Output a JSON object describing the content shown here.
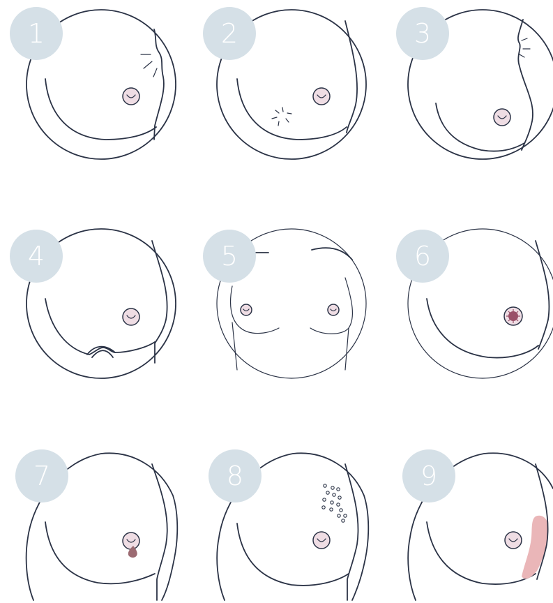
{
  "colors": {
    "badge": "#d5e0e7",
    "line": "#2b3346",
    "nipple": "#efdde4",
    "discharge": "#9c6b72",
    "rash": "#eab6b8",
    "dimple_fill": "#9a4f68"
  },
  "panels": [
    {
      "number": "1",
      "sign": "lump-bulge"
    },
    {
      "number": "2",
      "sign": "internal-lump"
    },
    {
      "number": "3",
      "sign": "dimpling-edge"
    },
    {
      "number": "4",
      "sign": "skin-fold-underside"
    },
    {
      "number": "5",
      "sign": "size-shape-asymmetry"
    },
    {
      "number": "6",
      "sign": "nipple-change"
    },
    {
      "number": "7",
      "sign": "nipple-discharge"
    },
    {
      "number": "8",
      "sign": "skin-texture-pores"
    },
    {
      "number": "9",
      "sign": "rash-redness"
    }
  ]
}
